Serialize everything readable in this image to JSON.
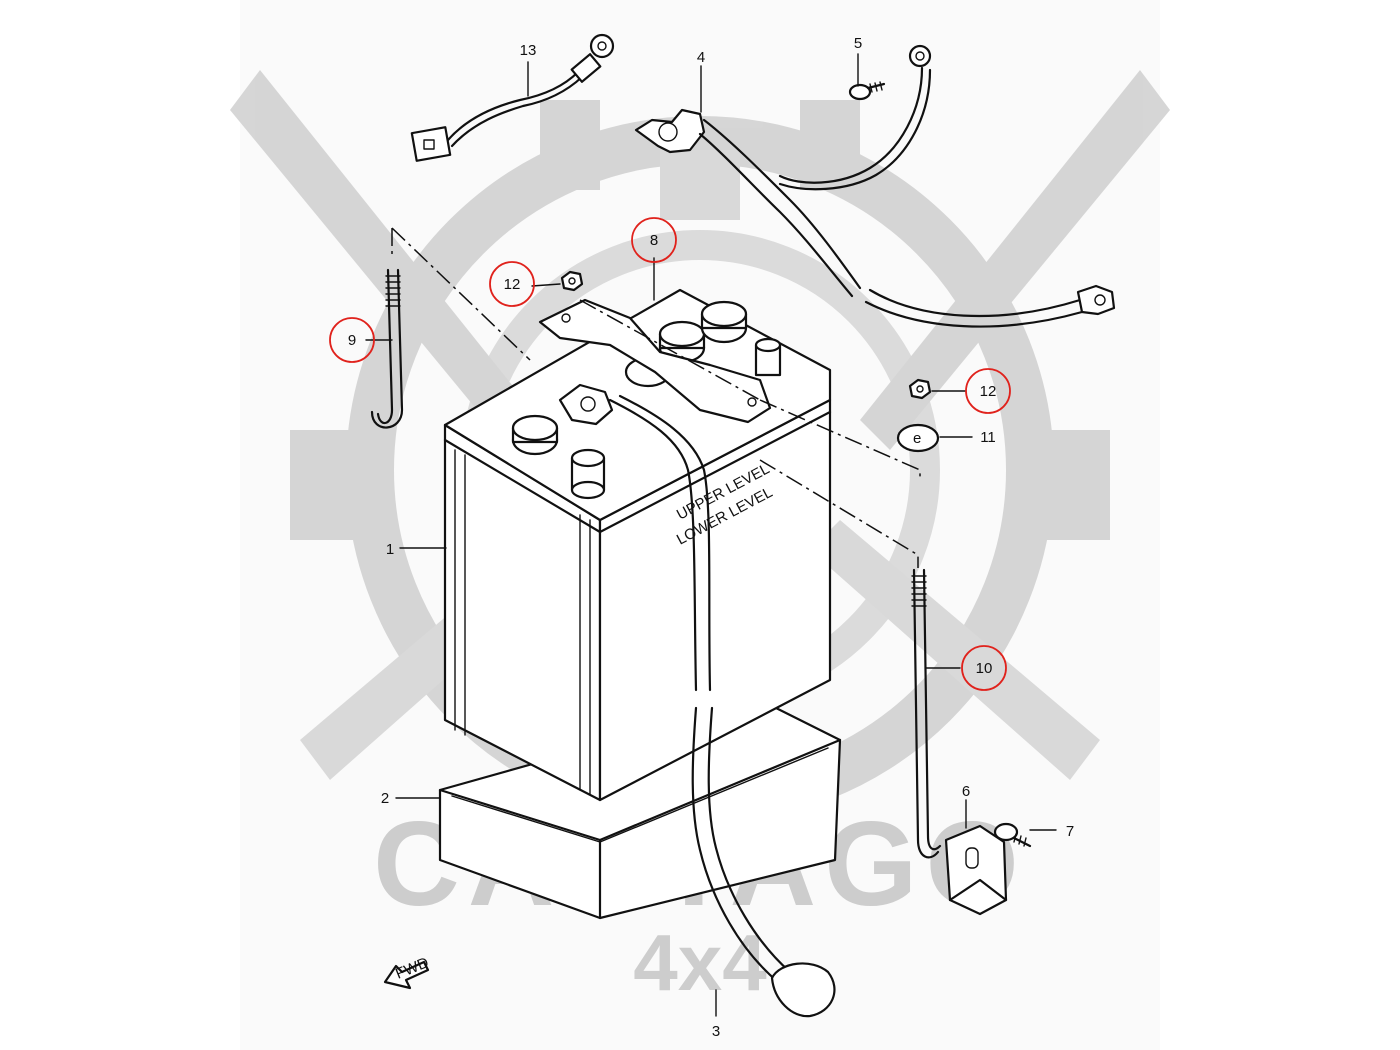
{
  "watermark": {
    "brand": "CARTAGO",
    "sub": "4x4",
    "color": "#c9c9c9"
  },
  "highlight_color": "#e0221c",
  "callouts": {
    "c1": "1",
    "c2": "2",
    "c3": "3",
    "c4": "4",
    "c5": "5",
    "c6": "6",
    "c7": "7",
    "c8": "8",
    "c9": "9",
    "c10": "10",
    "c11": "11",
    "c12a": "12",
    "c12b": "12",
    "c13": "13"
  },
  "battery_text": {
    "upper_level": "UPPER LEVEL",
    "lower_level": "LOWER LEVEL"
  },
  "front_arrow": "FWD",
  "washer_mark": "e"
}
